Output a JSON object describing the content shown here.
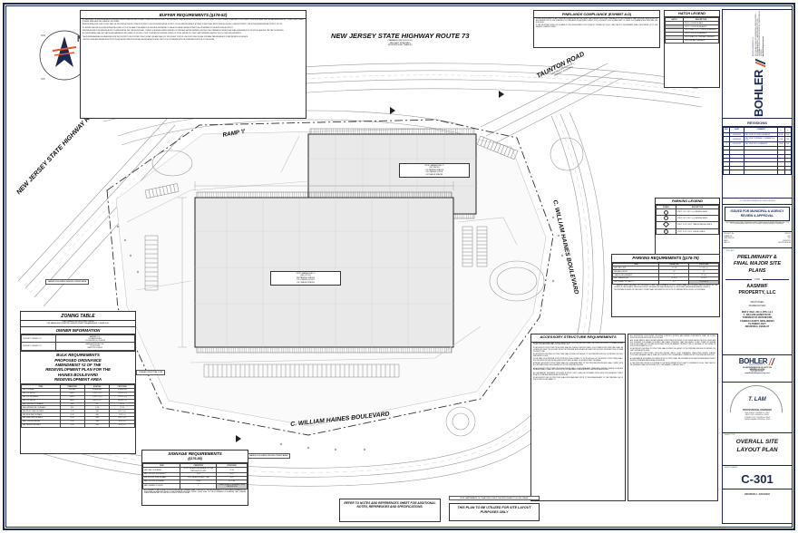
{
  "sheet": {
    "drawing_number": "C-301",
    "sheet_title": "OVERALL SITE LAYOUT PLAN",
    "revision_footer": "REVISION 3 - 02/16/2023"
  },
  "firm": {
    "name": "BOHLER",
    "tagline": "BOHLER ENGINEERING, LLC",
    "services": "SITE CIVIL AND CONSULTING ENGINEERING  •  LAND SURVEYING  •  PROGRAM MANAGEMENT  •  LANDSCAPE ARCHITECTURE  •  SUSTAINABLE DESIGN  •  PERMITTING SERVICES  •  TRANSPORTATION SERVICES",
    "website": "www.BohlerEngineering.com",
    "address_line1": "30 INDEPENDENCE BLVD, SUITE 200",
    "address_line2": "WARREN, NJ 07059",
    "phone": "Phone    (908) 668-8300",
    "fax": "Fax        (908) 754-4401",
    "tag": "© 2023 BOHLER ENGINEERING. ALL RIGHTS RESERVED."
  },
  "revisions": {
    "title": "REVISIONS",
    "columns": [
      "REV",
      "DATE",
      "COMMENT",
      "DRAWN BY",
      "CHECKED BY"
    ],
    "rows": [
      [
        "1",
        "11/02/2022",
        "REV. PER UTILITIES UPDATES",
        "CKK",
        "TXL"
      ],
      [
        "2",
        "02/08/2023",
        "REV. PER TOWNSHIP COMMENTS & CL9",
        "CKK",
        "TXL"
      ],
      [
        "3",
        "02/16/2023",
        "REV. PER SCD COMMENTS",
        "CKK",
        "TXL"
      ],
      [
        "",
        "",
        "",
        "",
        ""
      ],
      [
        "",
        "",
        "",
        "",
        ""
      ],
      [
        "",
        "",
        "",
        "",
        ""
      ],
      [
        "",
        "",
        "",
        "",
        ""
      ],
      [
        "",
        "",
        "",
        "",
        ""
      ],
      [
        "",
        "",
        "",
        "",
        ""
      ],
      [
        "",
        "",
        "",
        "",
        ""
      ]
    ]
  },
  "issue_block": {
    "stamp": "ISSUED FOR MUNICIPAL & AGENCY REVIEW & APPROVAL",
    "disclaimer": "THE DRAWING IS PROVIDED FOR BIDDING, AGENCY REVIEW AND/OR PERMIT APPROVAL ONLY. IT IS NOT INTENDED AS A CONSTRUCTION DOCUMENT UNLESS INDICATED OTHERWISE."
  },
  "project_info": {
    "fields": [
      {
        "label": "PROJECT No.",
        "value": "J011125"
      },
      {
        "label": "DRAWN BY",
        "value": "CKK"
      },
      {
        "label": "CHECKED BY",
        "value": "TXL"
      },
      {
        "label": "DATE",
        "value": "10/26/2022"
      },
      {
        "label": "CAD I.D.",
        "value": "J011125-SITE-04"
      }
    ],
    "project_label": "PROJECT",
    "title_line1": "PRELIMINARY &",
    "title_line2": "FINAL MAJOR SITE",
    "title_line3": "PLANS",
    "for_label": "FOR",
    "client_line1": "AASMWF",
    "client_line2": "PROPERTY, LLC",
    "proposed_label": "PROPOSED",
    "proposed_use": "WAREHOUSES",
    "location": [
      "MAP 2 | BLK. 204 | LOTS 1 & 2",
      "C. WILLIAM HAINES BLVD.",
      "TOWNSHIP OF WATERFORD",
      "CAMDEN COUNTY, NEW JERSEY",
      "PLANNED LIGHT",
      "INDUSTRIAL OVERLAY"
    ]
  },
  "engineer_seal": {
    "name": "T. LAM",
    "title": "PROFESSIONAL ENGINEER",
    "licenses": [
      "NEW JERSEY LICENSE No. 47892",
      "NEW YORK LICENSE No. 092492",
      "CONNECTICUT LICENSE No. 28024",
      "PENNSYLVANIA LICENSE No. 78140"
    ],
    "sheet_title_label": "SHEET TITLE",
    "sheet_number_label": "SHEET NUMBER"
  },
  "hatch_legend": {
    "title": "HATCH LEGEND",
    "columns": [
      "HATCH",
      "DESCRIPTION"
    ],
    "rows": [
      {
        "swatch": "none",
        "description": "PROP. CONCRETE WALK"
      },
      {
        "swatch": "gray",
        "description": "PROP. CONCRETE PAVEMENT"
      },
      {
        "swatch": "dots",
        "description": "PROP. HEAVY DUTY CONCRETE PAVEMENT"
      },
      {
        "swatch": "light",
        "description": "PROP. CONCRETE PAVEMENT"
      },
      {
        "swatch": "hatch",
        "description": "PROP. HEAVY DUTY ASPHALT PAVEMENT"
      },
      {
        "swatch": "none2",
        "description": "PROP. ASPHALT PAVEMENT"
      }
    ]
  },
  "parking_legend": {
    "title": "PARKING LEGEND",
    "columns": [
      "SYMBOL",
      "DESCRIPTION"
    ],
    "rows": [
      {
        "symbol": "1",
        "description": "PROP. 9 FT X 18 FT (+/-) PARKING SPACE"
      },
      {
        "symbol": "2",
        "description": "PROP. 9 FT X 18 FT (+/-) PARKING SPACE"
      },
      {
        "symbol": "3",
        "description": "PROP. 12 FT X 60 FT TRAILER PARKING SPACE"
      },
      {
        "symbol": "4",
        "description": "PROP. 12 FT X 55 FT LOADING SPACE"
      }
    ]
  },
  "parking_requirements": {
    "title": "PARKING REQUIREMENTS (§176-79)",
    "columns": [
      "ITEM",
      "PERMITTED",
      "PROPOSED"
    ],
    "rows": [
      [
        "MIN. STALL SIZE",
        "9' X 18'",
        "9' X 18' (+/-)"
      ],
      [
        "MIN. AISLE WIDTH",
        "24'",
        "24'"
      ],
      [
        "LOADING REQUIREMENT",
        "12'",
        "12' (+/-)"
      ],
      [
        "MIN. LOADING SIZE",
        "12' X 55'",
        "12' X 55'"
      ],
      [
        "MIN. NUMBER OF STALLS ***",
        "577",
        "513 STALLS"
      ]
    ],
    "footnotes": [
      "*** PARKING SPACE REQUIRED OR PROPOSED. OTHER THAN ENTRANCE OR EXIT DRIVES SHALL BE PROVIDED PARKING SPACE NOT BE LOCATED IN THE SETBACK. INDIVIDUAL DISTRICT REGULATIONS SHALL BE APPLIED TO OFF-STREET PARKING AREA SPACES & DETAILS.",
      "TWO ENTRANCE DRIVES ON ONE PUBLIC STREET SHALL BE PERMITTED FOR LOTS OR PREMISES WITH 100 FEET OF FRONTAGE."
    ]
  },
  "buffer_requirements": {
    "title": "BUFFER REQUIREMENTS (§176-52)",
    "paragraphs": [
      "NO LANDSCAPE OR BUILDING AREA PROVIDING ANY BUFFER SHALL BE USED FOR ANY OTHER PURPOSE INCLUDING THE PLACEMENT OF ANY ACCESSORY BUILDINGS OR STRUCTURES, OR THE STORAGE OF MATERIAL OR EQUIPMENT. THE BUFFER AREA SHALL BE MAINTAINED AND KEPT CLEAR OF ALL DEBRIS, RUBBISH, WEEDS AND TALL GRASS BY THE OWNER.",
      "A BUFFER AREA OF AT LEAST 25 FEET SHALL BE PROVIDED ALONG ANY COMMON PROPERTY LINE WITH A RESIDENTIAL DISTRICT OR USE. A BUFFER AREA OF AT LEAST 10 FEET SHALL BE PROVIDED ALONG ANY COMMON PROPERTY LINE WITH A NONRESIDENTIAL DISTRICT OR USE.",
      "NO BUFFER SHALL BE REQUIRED BETWEEN ADJOINING LOTS IN THE SAME ZONE WHERE THE USES ARE SUBSTANTIALLY SIMILAR IN CHARACTER AND INTENSITY, AS DETERMINED BY THE APPROVING AUTHORITY.",
      "WHERE A BUFFER IS REQUIRED ADJACENT TO A RESIDENTIAL USE, THE BUFFER SHALL CONSIST OF A DENSE SCREEN PLANTING OF TREES AND SHRUBS, BERMING, FENCING OR A COMBINATION THEREOF, AND SHALL BE A MINIMUM OF SIX FEET IN HEIGHT AT THE TIME OF PLANTING.",
      "ALL BUFFER AREAS SHALL BE PLANTED AND MAINTAINED WITH GRASS OR GROUND COVER, TOGETHER WITH A DENSE SCREEN OF TREES, SHRUBS OR OTHER PLANT MATERIALS MEETING THE FOLLOWING REQUIREMENTS.",
      "THE BUFFER AREA SHALL BE MEASURED FROM THE PROPERTY LINE OR STREET RIGHT-OF-WAY LINE AND SHALL NOT INCLUDE ANY PORTION OF A PUBLIC RIGHT-OF-WAY, DRIVEWAY, PARKING AREA OR OTHER IMPERVIOUS SURFACE.",
      "LIGHTING, SIGNS AND SIMILAR MINOR STRUCTURES MAY BE PERMITTED WITHIN A BUFFER AREA PROVIDED THEY DO NOT INTERFERE WITH THE SCREENING FUNCTION OF THE BUFFER."
    ]
  },
  "pinelands_compliance": {
    "title": "PINELANDS COMPLIANCE (EXHIBIT A.D)",
    "paragraphs": [
      "IN THE DEVELOPMENT OF ANY PRINCIPAL NONRESIDENTIAL USE UNDER THE PLANNED INDUSTRIAL STANDARDS OF THIS ORDINANCE SHALL REQUIRE THE ACQUISITION AND REDEMPTION OF ONE QUARTER (0.25) PINELANDS DEVELOPMENT CREDIT (PDC) FOR EVERY 50,000 SQUARE FEET OF GROSS FLOOR AREA WITHIN PRINCIPAL USE BUILDINGS.",
      "IF THE PROPOSED GROSS FLOOR AREA OF THE DEVELOPMENT IS NOT EXACTLY DIVISIBLE BY 50,000, THEN THE PDC REQUIREMENT SHALL BE ROUNDED UP TO THE NEAREST QUARTER CREDIT."
    ]
  },
  "accessory_structure_requirements": {
    "title": "ACCESSORY STRUCTURE REQUIREMENTS",
    "paragraphs": [
      "ACCESSORY BUILDINGS AND STRUCTURES TO THE PRINCIPAL BUILDING SHALL BE PERMITTED EXCEPT ORDINANCES AND OTHER OPEN AIR USES SHALL NOT BE PERMITTED.",
      "NO ACCESSORY STRUCTURE OR BUILDING SHALL BE PLACED IN A FRONT YARD, OR A CORNER FRONT YARD, AND SHALL BE LOCATED AT LEAST TEN (10) FEET FROM THE PRINCIPAL BUILDING AND AT LEAST TEN (10) FEET FROM ANY SIDE OR REAR PROPERTY LINE.",
      "NO ACCESSORY BUILDING OR STRUCTURE SHALL EXCEED THE HEIGHT OF THE PRINCIPAL BUILDING OR FIFTEEN (15) FEET, WHICHEVER IS LESS.",
      "IN THE CASE OF A PRINCIPAL STRUCTURE WITH ON A CORNER LOT OR A THROUGH LOT, ACCESSORY STRUCTURES SHALL NOT BE PLACED WITHIN THE REQUIRED FRONT YARD SETBACK OF EITHER STREET FRONTAGE.",
      "ATTACHED ACCESSORY STRUCTURES SHALL BE CONSIDERED PART OF THE PRINCIPAL BUILDING AND SHALL COMPLY WITH ALL YARD AND HEIGHT REQUIREMENTS FOR THE PRINCIPAL BUILDING.",
      "ALL ACCESSORY STRUCTURES, INCLUDING FENCES, WALLS, LIGHT STANDARDS, TRASH ENCLOSURES, LOADING DOCKS AND RETAINING WALLS, SHALL BE CONSTRUCTED OF MATERIALS COMPATIBLE WITH THE PRINCIPAL BUILDING.",
      "ALL MECHANICAL EQUIPMENT, INCLUDING ROOFTOP UNITS, SHALL BE SCREENED FROM VIEW FROM ADJACENT PUBLIC RIGHTS-OF-WAY AND RESIDENTIAL PROPERTIES.",
      "NO ACCESSORY USE OR STRUCTURE SHALL BE ESTABLISHED PRIOR TO THE ESTABLISHMENT OF THE PRINCIPAL USE OR STRUCTURE ON THE SAME LOT."
    ]
  },
  "mechanical_note": {
    "paragraphs": [
      "ALL SUPPORTING STRUCTURES, INCLUDING CONDUITS, MOUNTS, AND SIMILAR COMPONENTS, SHALL BE FLUSH-MOUNTED WITH A FLAT-PLATE ROOF SYSTEM.",
      "ANY SOLAR ENERGY FACILITIES AND SIMILAR STRUCTURES PROPOSED TO BE PLACED ABOVE THE ROOF LEVEL ARE NOT INTENDED FOR HUMAN OCCUPANCY AND SHALL, HOWEVER, THAT THE HEIGHT OF ANY TOWER OR SIMILAR STRUCTURE SHALL NOT EXCEED THE SETBACK FROM THE NEAREST PROPERTY LINE TO THE BASE OF THE TOWER OR STRUCTURE (EXHIBIT A.C.1.B)."
    ]
  },
  "zoning_table": {
    "title": "ZONING TABLE",
    "subtitle": "ZONE: PLANNED LIGHT INDUSTRIAL OVERLAY",
    "subtitle2": "USE: WAREHOUSES PERMITTED, REDEVELOPMENT PLAN AMENDMENT #2 EXHIBIT A.B.2",
    "owner_title": "OWNER INFORMATION",
    "owners": [
      {
        "role": "PROPERTY OWNER LOT 1",
        "lines": [
          "AASMWF, LLC",
          "810 HADDON AVE",
          "COLLINGSWOOD, NJ 08108"
        ]
      },
      {
        "role": "PROPERTY OWNER LOT 2",
        "lines": [
          "MARSHA PROPERTY INC.",
          "PO BOX 1038",
          "MARLTON, NJ 08053"
        ]
      }
    ],
    "bulk_title": [
      "BULK REQUIREMENTS",
      "PROPOSED ORDINANCE",
      "AMENDMENT #2 OF THE",
      "REDEVELOPMENT PLAN FOR THE",
      "HAINES BOULEVARD",
      "REDEVELOPMENT AREA"
    ],
    "columns": [
      "ITEM",
      "PERMITTED",
      "EXISTING",
      "PROPOSED"
    ],
    "rows": [
      [
        "MIN. LOT AREA",
        "5 ACRES",
        "52.66 ACRES",
        "52.66 ACRES"
      ],
      [
        "MIN. LOT WIDTH",
        "300 FT",
        "1,112 FT (+/-)",
        "1,112 FT (+/-)"
      ],
      [
        "MIN. LOT FRONTAGE",
        "300 FT",
        "1,112 FT (+/-)",
        "1,112 FT (+/-)"
      ],
      [
        "MIN. LOT DEPTH",
        "300 FT",
        "1,876 FT (+/-)",
        "1,876 FT (+/-)"
      ],
      [
        "MAX. BUILDING COVERAGE",
        "60%",
        "0%",
        "30.1%"
      ],
      [
        "MAX. IMPERVIOUS COVERAGE",
        "80%",
        "1.2%",
        "72.4%"
      ],
      [
        "MIN. FRONT YARD SETBACK",
        "75 FT",
        "N/A",
        "101 FT (+/-)"
      ],
      [
        "MIN. SIDE YARD SETBACK",
        "50 FT",
        "N/A",
        "72 FT (+/-)"
      ],
      [
        "MIN. REAR YARD SETBACK",
        "50 FT",
        "N/A",
        "118 FT (+/-)"
      ],
      [
        "MAX. BUILDING HEIGHT",
        "55 FT",
        "N/A",
        "50 FT (+/-)"
      ],
      [
        "MIN. PARKING SETBACK",
        "25 FT",
        "N/A",
        "25 FT (+/-)"
      ]
    ]
  },
  "signage_requirements": {
    "title": "SIGNAGE REQUIREMENTS",
    "subtitle": "(§176-88)",
    "columns": [
      "ITEM",
      "PERMITTED",
      "PROPOSED"
    ],
    "rows": [
      [
        "MAX. WALL SIGN AREA",
        "5% OF THE BUILDING FACADE OR 75 SF, WHICHEVER IS LESS",
        "75 SF"
      ],
      [
        "MAX. GROUND SIGN HEIGHT",
        "15 FT",
        "10 FT"
      ],
      [
        "MIN. GROUND SIGN SETBACK",
        "10 FT FROM PROPERTY LINE",
        "10 FT"
      ],
      [
        "MAX. GROUND SIGN AREA",
        "50 SF",
        "32.75 SF"
      ],
      [
        "MAX. NUMBER OF SIGNS",
        "1",
        "2 WALL SIGNS / 1 MONUMENT SIGN PER BUILDING"
      ]
    ],
    "footnote": "ALL SIGNAGE TO BE LOCATED ON SITE PLAN, AND ALL SIGNAGE SHALL CONFORM TO THE REQUIREMENTS OF THE ZONING ORDINANCE. NO SIGN SHALL BE ERECTED PRIOR TO THE ISSUANCE OF A SIGN PERMIT. SIGNS SHALL NOT BE ILLUMINATED IN A MANNER THAT CREATES GLARE ON ADJACENT PROPERTIES OR PUBLIC RIGHTS-OF-WAY."
  },
  "bottom_notes": {
    "refer_note": "REFER TO NOTES AND REFERENCES SHEET FOR ADDITIONAL NOTES, REFERENCES AND SPECIFICATIONS.",
    "layout_note": "THIS PLAN TO BE UTILIZED FOR SITE LAYOUT PURPOSES ONLY",
    "maintenance_note": "NOTE: MAINTENANCE OF CLEAR SIGHT LINE IS THE RESPONSIBILITY OF THE OWNER."
  },
  "map": {
    "roads": [
      {
        "name": "NEW JERSEY STATE HIGHWAY ROUTE 73",
        "sub": "(VARIABLE WIDTH R.O.W.)|(ASPHALT ROADWAY)|(NORTHBOUND TRAFFIC)"
      },
      {
        "name": "NEW JERSEY STATE HIGHWAY ROUTE 30",
        "sub": ""
      },
      {
        "name": "TAUNTON ROAD",
        "sub": "(VARIABLE WIDTH R.O.W.)|(ASPHALT ROADWAY)"
      },
      {
        "name": "C. WILLIAM HAINES BOULEVARD",
        "sub": ""
      },
      {
        "name": "RAMP 'I'",
        "sub": ""
      }
    ],
    "building1": {
      "lines": [
        "PROP. WAREHOUSE #1",
        "(686,125 SF)",
        "344 PARKING SPACES",
        "125 LOADING DOCKS",
        "104 TRAILER SPACES"
      ]
    },
    "building2": {
      "lines": [
        "PROP. WAREHOUSE #2",
        "(387,386 SF)",
        "179 PARKING SPACES",
        "62 LOADING DOCKS",
        "44 TRAILER SPACES"
      ]
    },
    "site_labels": [
      "HAINES BOULEVARD REDEVELOPMENT AREA",
      "PLANNED INDUSTRIAL ZONE",
      "HAINES BOULEVARD REDEVELOPMENT AREA"
    ],
    "north_arrow": "N",
    "compass_marks": [
      "NW",
      "NE",
      "SW",
      "SE"
    ]
  }
}
